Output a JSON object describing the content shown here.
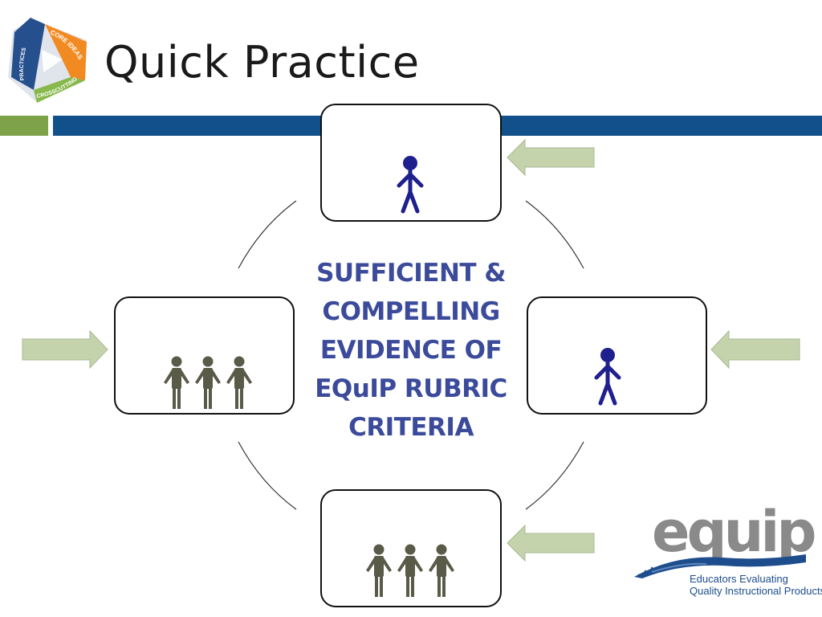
{
  "header": {
    "title": "Quick Practice",
    "green_bar_color": "#7ea24a",
    "blue_bar_color": "#11508a"
  },
  "badge": {
    "segments": [
      "PRACTICES",
      "CORE IDEAS",
      "CROSSCUTTING"
    ],
    "colors": {
      "practices": "#25508d",
      "core_ideas": "#f28a22",
      "crosscutting": "#86b84a"
    }
  },
  "diagram": {
    "center_lines": [
      "SUFFICIENT &",
      "COMPELLING",
      "EVIDENCE OF",
      "EQuIP RUBRIC",
      "CRITERIA"
    ],
    "center_text_color": "#3b4a9a",
    "nodes": [
      {
        "id": "top",
        "icon": "single-person-icon",
        "people": 1,
        "figure_color": "#1f1f8e",
        "arrow_direction": "left"
      },
      {
        "id": "left",
        "icon": "group-of-three-icon",
        "people": 3,
        "figure_color": "#5a5a48",
        "arrow_direction": "right"
      },
      {
        "id": "right",
        "icon": "single-person-icon",
        "people": 1,
        "figure_color": "#1f1f8e",
        "arrow_direction": "left"
      },
      {
        "id": "bottom",
        "icon": "group-of-three-icon",
        "people": 3,
        "figure_color": "#5a5a48",
        "arrow_direction": "left"
      }
    ],
    "arrow_color": "#c4d3ac"
  },
  "logo": {
    "wordmark": "equip",
    "line1": "Educators Evaluating",
    "line2": "Quality Instructional Products",
    "wordmark_color": "#8a8a8a",
    "wave_color": "#1d4d8c"
  }
}
